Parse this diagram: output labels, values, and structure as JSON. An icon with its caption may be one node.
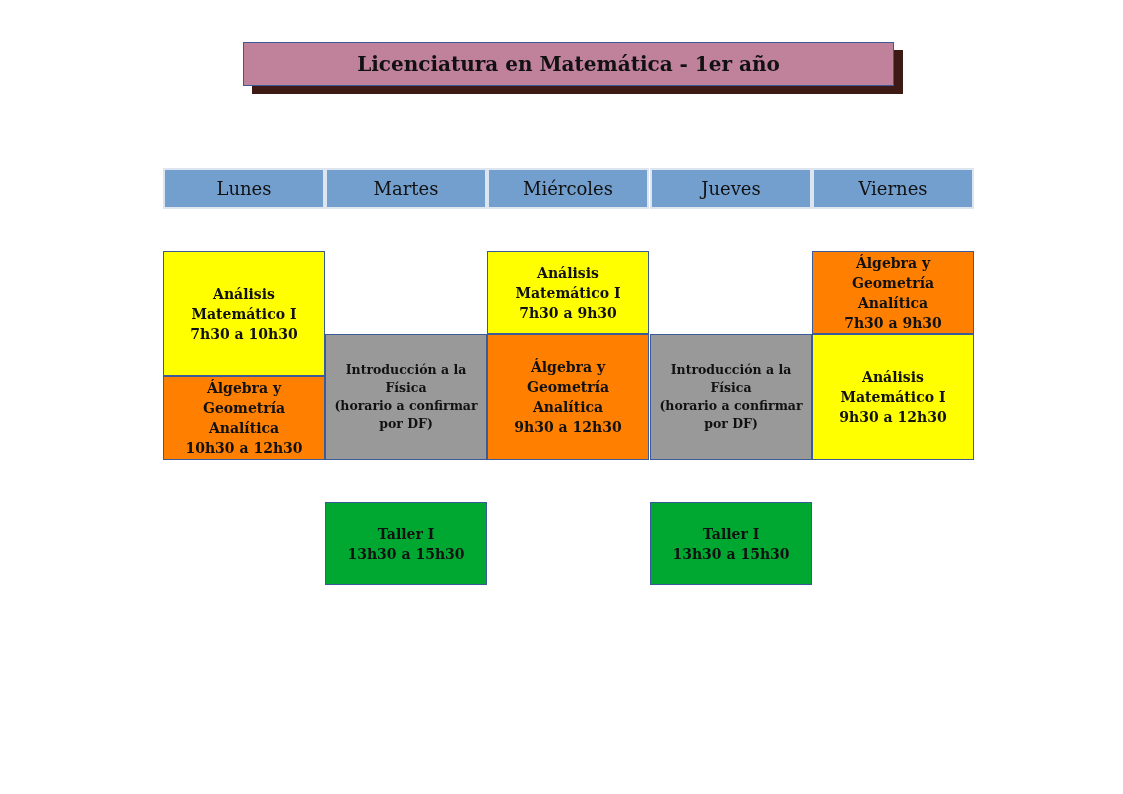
{
  "diagram": {
    "title": "Licenciatura en Matemática - 1er año",
    "nodes": [
      {
        "text": [
          "Lunes"
        ]
      },
      {
        "text": [
          "Martes"
        ]
      },
      {
        "text": [
          "Miércoles"
        ]
      },
      {
        "text": [
          "Jueves"
        ]
      },
      {
        "text": [
          "Viernes"
        ]
      },
      {
        "text": [
          "Análisis Matemático I",
          "7h30 a 10h30"
        ]
      },
      {
        "text": [
          "Análisis Matemático I",
          "7h30 a 9h30"
        ]
      },
      {
        "text": [
          "Álgebra y Geometría Analítica",
          "7h30 a 9h30"
        ]
      },
      {
        "text": [
          "Álgebra y Geometría Analítica",
          "10h30 a 12h30"
        ]
      },
      {
        "text": [
          "Introducción a la Física",
          "(horario a confirmar por DF)"
        ]
      },
      {
        "text": [
          "Álgebra y Geometría Analítica",
          "9h30 a 12h30"
        ]
      },
      {
        "text": [
          "Introducción a la Física",
          "(horario a confirmar por DF)"
        ]
      },
      {
        "text": [
          "Análisis Matemático I",
          "9h30 a 12h30"
        ]
      },
      {
        "text": [
          "Taller I",
          "13h30 a 15h30"
        ]
      },
      {
        "text": [
          "Taller I",
          "13h30 a 15h30"
        ]
      }
    ],
    "edges": []
  }
}
